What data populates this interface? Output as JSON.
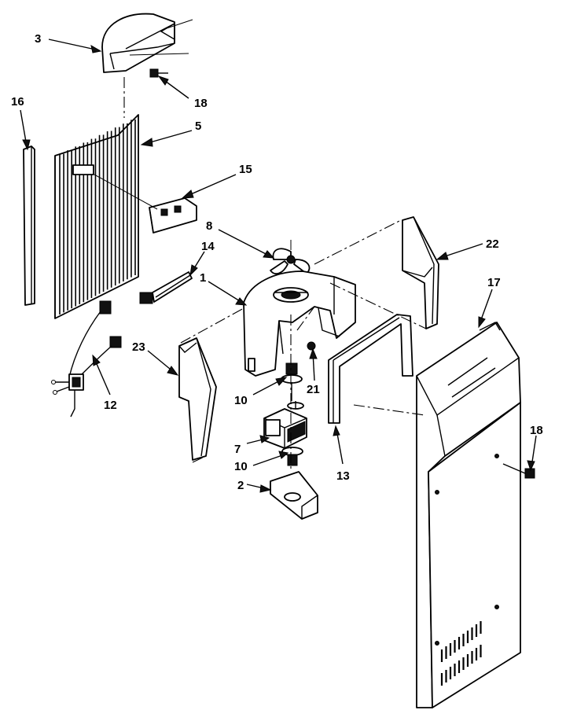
{
  "diagram": {
    "callouts": [
      {
        "id": "3",
        "text": "3"
      },
      {
        "id": "18a",
        "text": "18"
      },
      {
        "id": "16",
        "text": "16"
      },
      {
        "id": "5",
        "text": "5"
      },
      {
        "id": "15",
        "text": "15"
      },
      {
        "id": "8",
        "text": "8"
      },
      {
        "id": "14",
        "text": "14"
      },
      {
        "id": "22",
        "text": "22"
      },
      {
        "id": "1",
        "text": "1"
      },
      {
        "id": "17",
        "text": "17"
      },
      {
        "id": "23",
        "text": "23"
      },
      {
        "id": "21",
        "text": "21"
      },
      {
        "id": "10a",
        "text": "10"
      },
      {
        "id": "12",
        "text": "12"
      },
      {
        "id": "7",
        "text": "7"
      },
      {
        "id": "10b",
        "text": "10"
      },
      {
        "id": "13",
        "text": "13"
      },
      {
        "id": "18b",
        "text": "18"
      },
      {
        "id": "2",
        "text": "2"
      }
    ]
  }
}
